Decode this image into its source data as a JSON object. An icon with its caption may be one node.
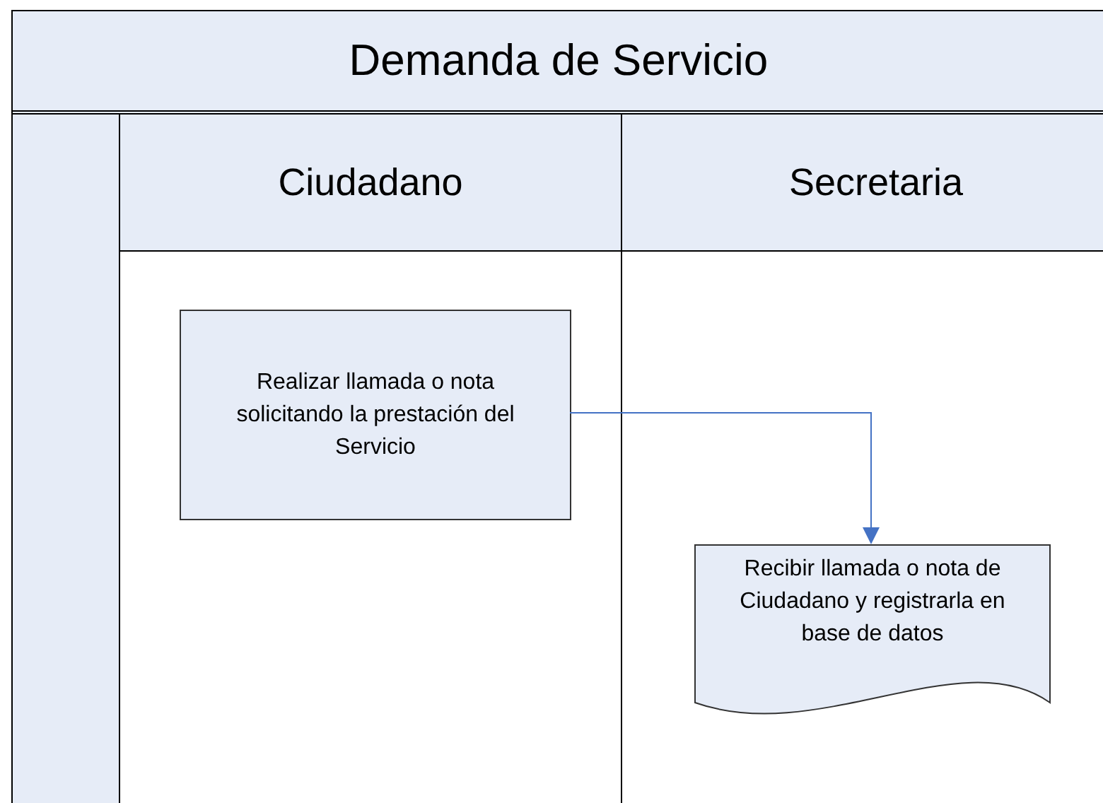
{
  "diagram": {
    "nodes": [
      {
        "text": [
          "Demanda de Servicio"
        ]
      },
      {
        "text": [
          "Ciudadano"
        ],
        "in": 0
      },
      {
        "text": [
          "Secretaria"
        ],
        "in": 0
      },
      {
        "text": [
          "Realizar llamada o nota solicitando la prestación del Servicio"
        ],
        "in": 1
      },
      {
        "text": [
          "Recibir llamada o nota de Ciudadano y registrarla en base de datos"
        ],
        "in": 2
      }
    ],
    "edges": [
      {
        "from": 3,
        "to": 4,
        "arrow": "to"
      }
    ]
  }
}
